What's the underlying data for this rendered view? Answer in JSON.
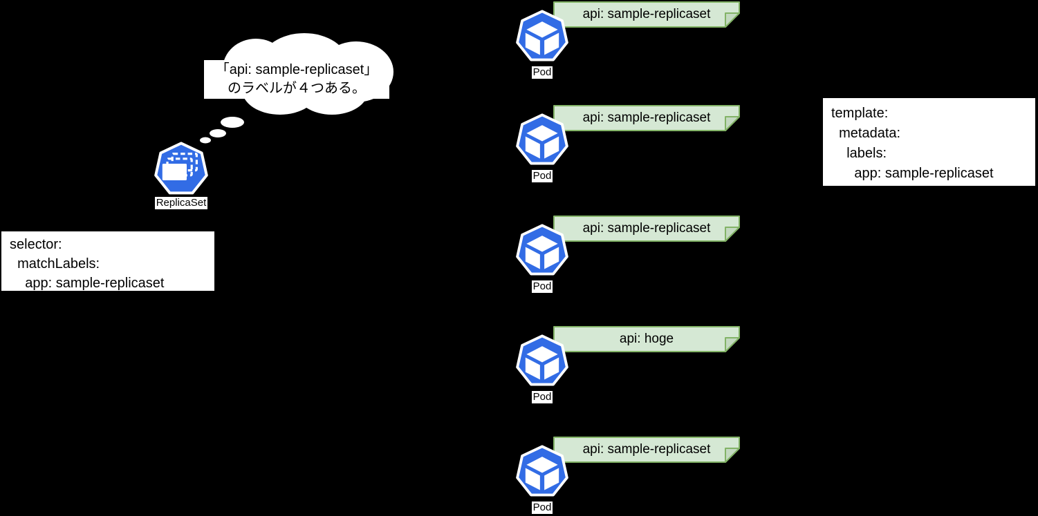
{
  "canvas": {
    "background": "#000000"
  },
  "colors": {
    "kubernetes_blue": "#326ce5",
    "note_fill": "#d5e8d4",
    "note_border": "#82b366",
    "note_fold": "#c3d9c0",
    "box_background": "#ffffff",
    "text": "#000000"
  },
  "thought_bubble": {
    "line1": "「api: sample-replicaset」",
    "line2": "のラベルが４つある。"
  },
  "replicaset": {
    "icon": "replicaset-icon",
    "label": "ReplicaSet"
  },
  "selector_box": {
    "lines": [
      "selector:",
      "  matchLabels:",
      "    app: sample-replicaset"
    ]
  },
  "template_box": {
    "lines": [
      "template:",
      "  metadata:",
      "    labels:",
      "      app: sample-replicaset"
    ]
  },
  "pods": [
    {
      "icon": "pod-icon",
      "label": "Pod",
      "note": "api: sample-replicaset"
    },
    {
      "icon": "pod-icon",
      "label": "Pod",
      "note": "api: sample-replicaset"
    },
    {
      "icon": "pod-icon",
      "label": "Pod",
      "note": "api: sample-replicaset"
    },
    {
      "icon": "pod-icon",
      "label": "Pod",
      "note": "api: hoge"
    },
    {
      "icon": "pod-icon",
      "label": "Pod",
      "note": "api: sample-replicaset"
    }
  ]
}
